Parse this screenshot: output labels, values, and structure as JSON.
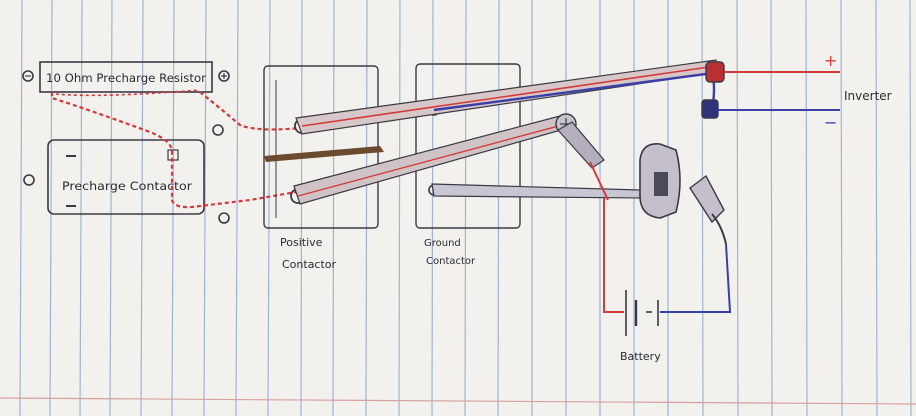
{
  "components": {
    "resistor": {
      "label": "10 Ohm Precharge Resistor"
    },
    "precharge_contactor": {
      "label": "Precharge Contactor"
    },
    "positive_contactor": {
      "label_line1": "Positive",
      "label_line2": "Contactor"
    },
    "ground_contactor": {
      "label_line1": "Ground",
      "label_line2": "Contactor"
    },
    "inverter": {
      "label": "Inverter",
      "plus": "+",
      "minus": "−"
    },
    "battery": {
      "label": "Battery"
    }
  },
  "colors": {
    "paper": "#f2f1ee",
    "rule_line": "#9db4d6",
    "margin_line": "#d9a0a0",
    "positive_wire": "#d43a3a",
    "negative_wire": "#3b3fa8",
    "pencil": "#3a3a44",
    "brown_bar": "#6b4a2e"
  }
}
